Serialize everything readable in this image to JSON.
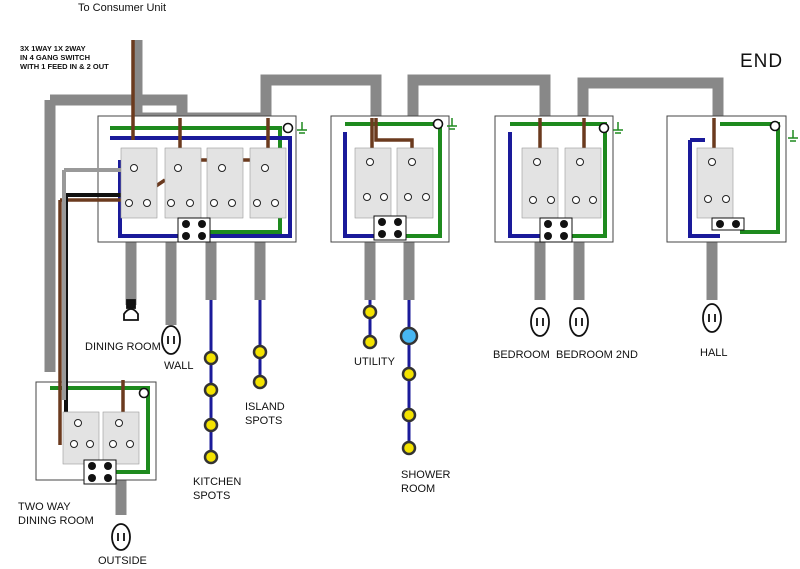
{
  "header": {
    "feed_label": "To Consumer Unit",
    "switch_note": "3X 1WAY 1X 2WAY\nIN 4 GANG SWITCH\nWITH 1 FEED IN & 2 OUT",
    "end_label": "END"
  },
  "labels": {
    "dining_room": "DINING ROOM",
    "wall": "WALL",
    "island_spots": "ISLAND\nSPOTS",
    "kitchen_spots": "KITCHEN\nSPOTS",
    "utility": "UTILITY",
    "shower_room": "SHOWER\nROOM",
    "bedroom": "BEDROOM",
    "bedroom_2nd": "BEDROOM 2ND",
    "hall": "HALL",
    "two_way_dining": "TWO WAY\nDINING ROOM",
    "outside": "OUTSIDE"
  },
  "colors": {
    "cable_grey": "#888888",
    "live_brown": "#6b3a1e",
    "neutral_blue": "#1a1a9a",
    "earth_green": "#1e8a1e",
    "black": "#111111",
    "lamp_yellow": "#f4e300",
    "lamp_blue": "#47b6f2",
    "switch_face": "#e3e3e3"
  },
  "switch_plates": [
    {
      "name": "4-gang-switch",
      "gangs": 4
    },
    {
      "name": "utility-switch",
      "gangs": 2
    },
    {
      "name": "bedroom-switch",
      "gangs": 2
    },
    {
      "name": "hall-switch",
      "gangs": 1
    },
    {
      "name": "two-way-dining-switch",
      "gangs": 2
    }
  ]
}
